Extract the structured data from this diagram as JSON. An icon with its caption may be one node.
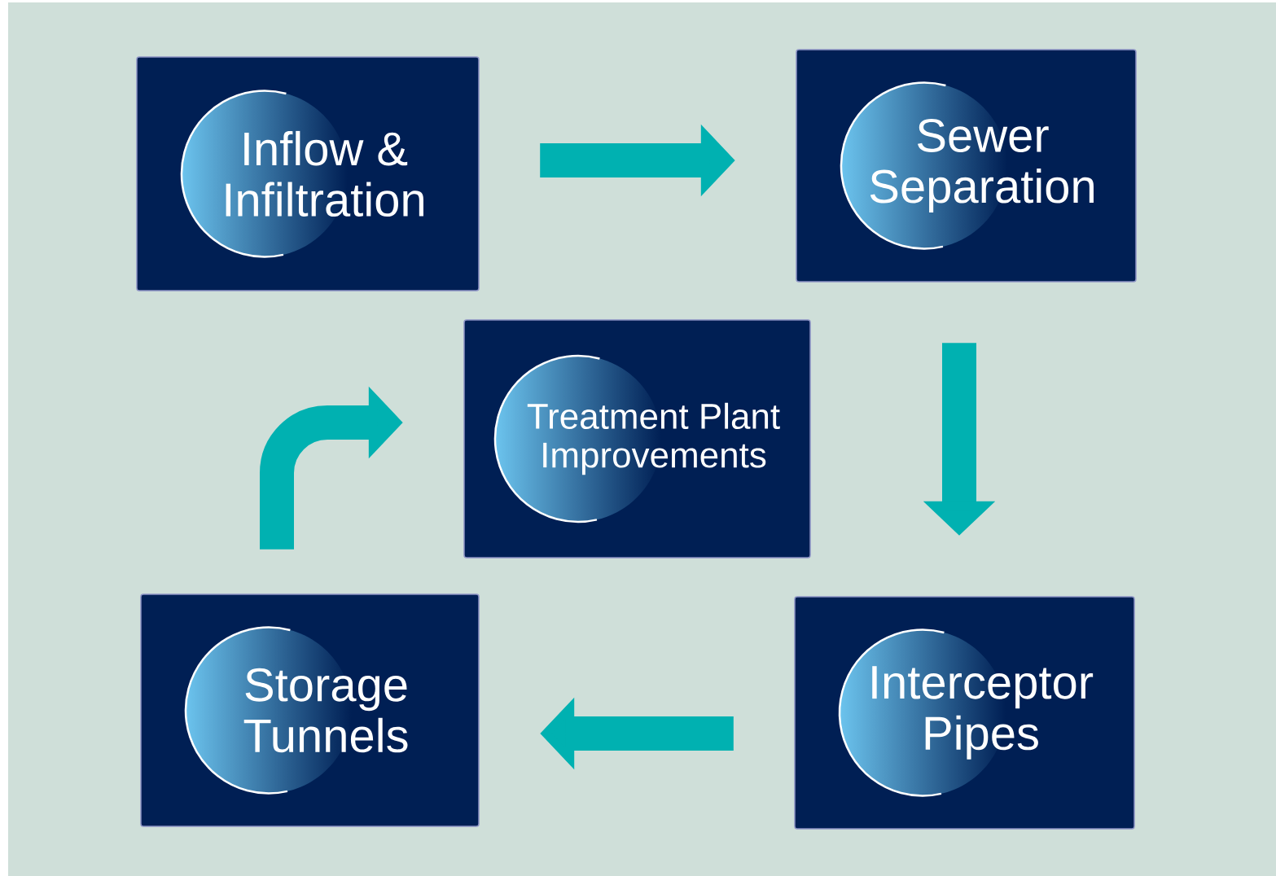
{
  "diagram": {
    "nodes": [
      {
        "text": [
          "Inflow & Infiltration"
        ]
      },
      {
        "text": [
          "Sewer Separation"
        ]
      },
      {
        "text": [
          "Treatment Plant Improvements"
        ]
      },
      {
        "text": [
          "Interceptor Pipes"
        ]
      },
      {
        "text": [
          "Storage Tunnels"
        ]
      }
    ],
    "edges": [
      {
        "from": 0,
        "to": 1,
        "arrow": "to"
      },
      {
        "from": 1,
        "to": 3,
        "arrow": "to"
      },
      {
        "from": 3,
        "to": 4,
        "arrow": "to"
      },
      {
        "from": 4,
        "to": 2,
        "arrow": "to"
      }
    ]
  }
}
